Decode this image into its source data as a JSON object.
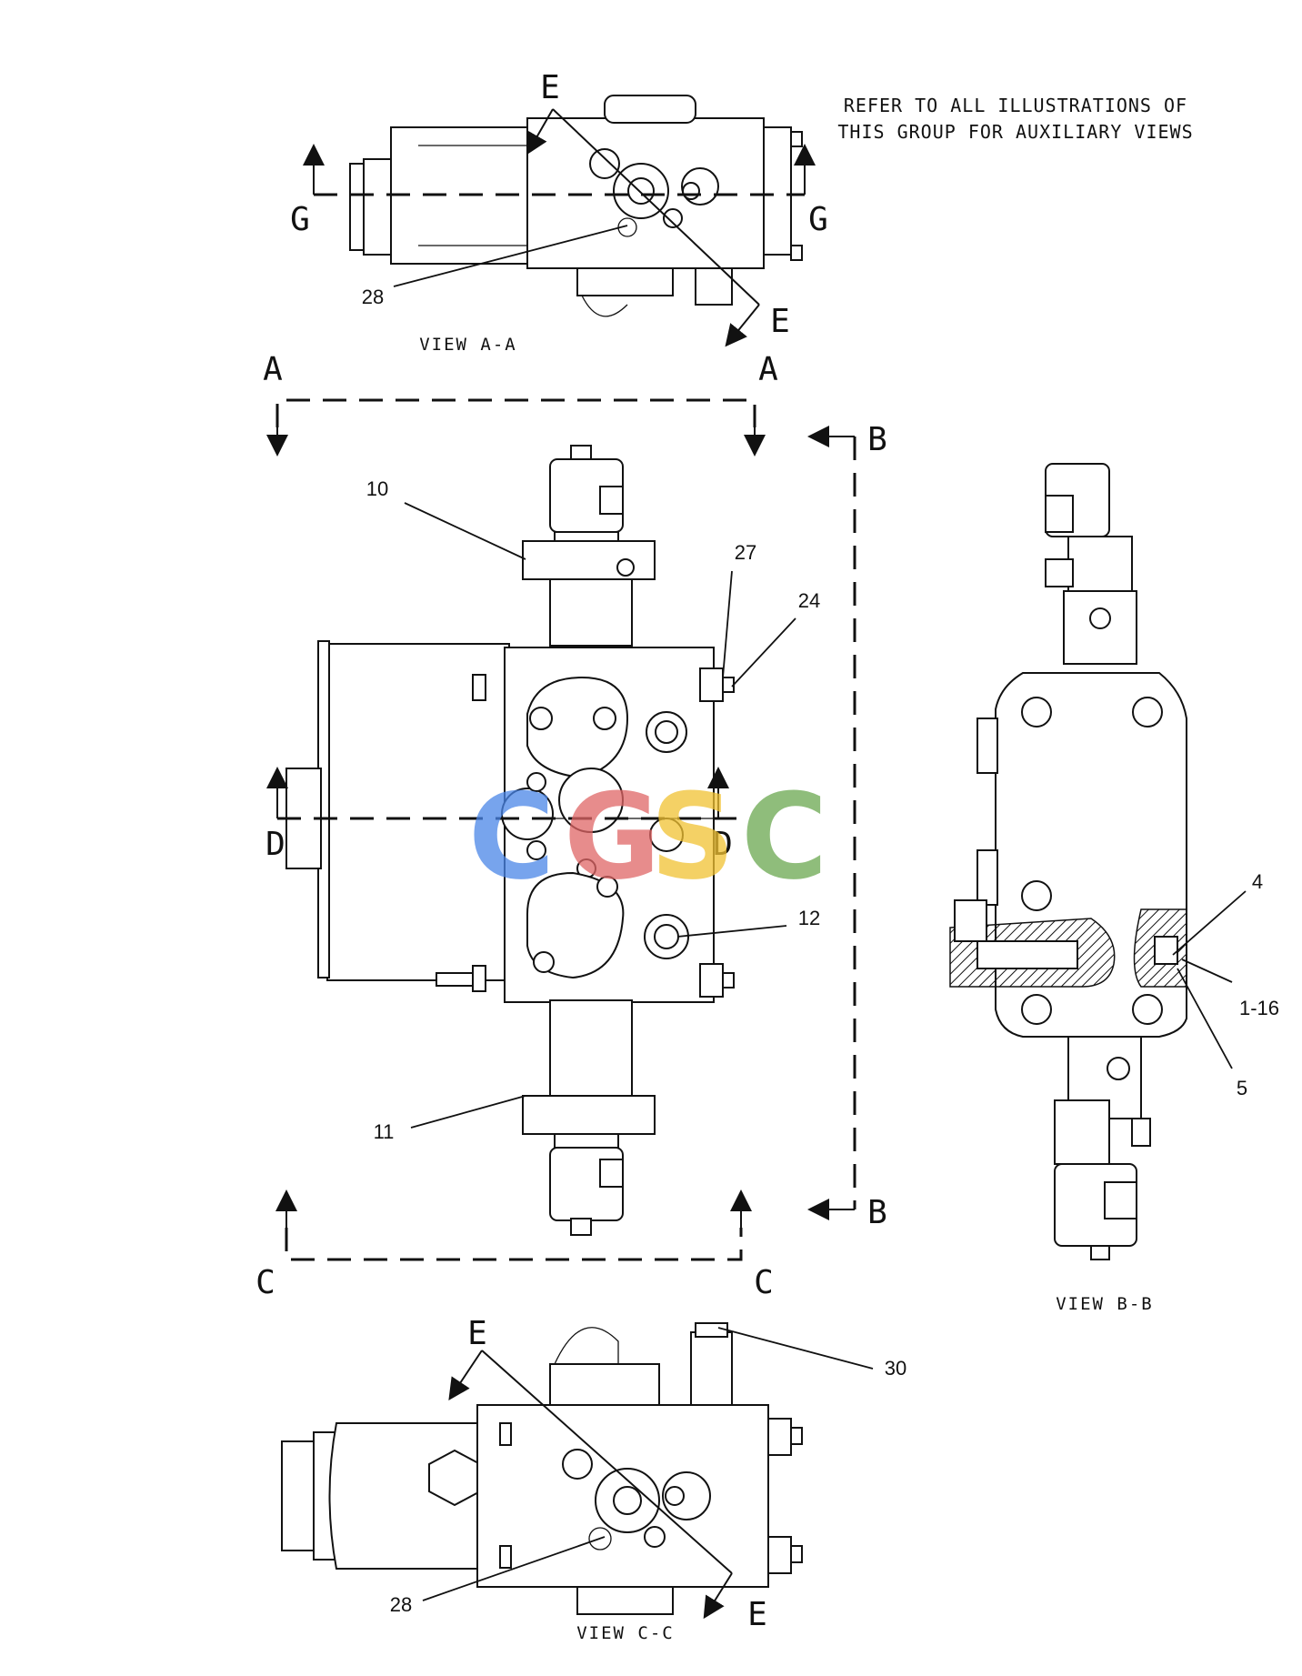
{
  "note": {
    "line1": "REFER TO ALL ILLUSTRATIONS OF",
    "line2": "THIS GROUP FOR AUXILIARY VIEWS"
  },
  "captions": {
    "view_a": "VIEW A-A",
    "view_b": "VIEW B-B",
    "view_c": "VIEW C-C"
  },
  "section_letters": {
    "a": "A",
    "b": "B",
    "c": "C",
    "d": "D",
    "e": "E",
    "g": "G"
  },
  "callouts": {
    "c28_top": "28",
    "c10": "10",
    "c27": "27",
    "c24": "24",
    "c12": "12",
    "c11": "11",
    "c4": "4",
    "c1_16": "1-16",
    "c5": "5",
    "c30": "30",
    "c28_bottom": "28"
  },
  "watermark": {
    "c1": "C",
    "g": "G",
    "s": "S",
    "c2": "C",
    "colors": [
      "#4a86e8",
      "#e06666",
      "#f1c232",
      "#6aa84f"
    ]
  }
}
